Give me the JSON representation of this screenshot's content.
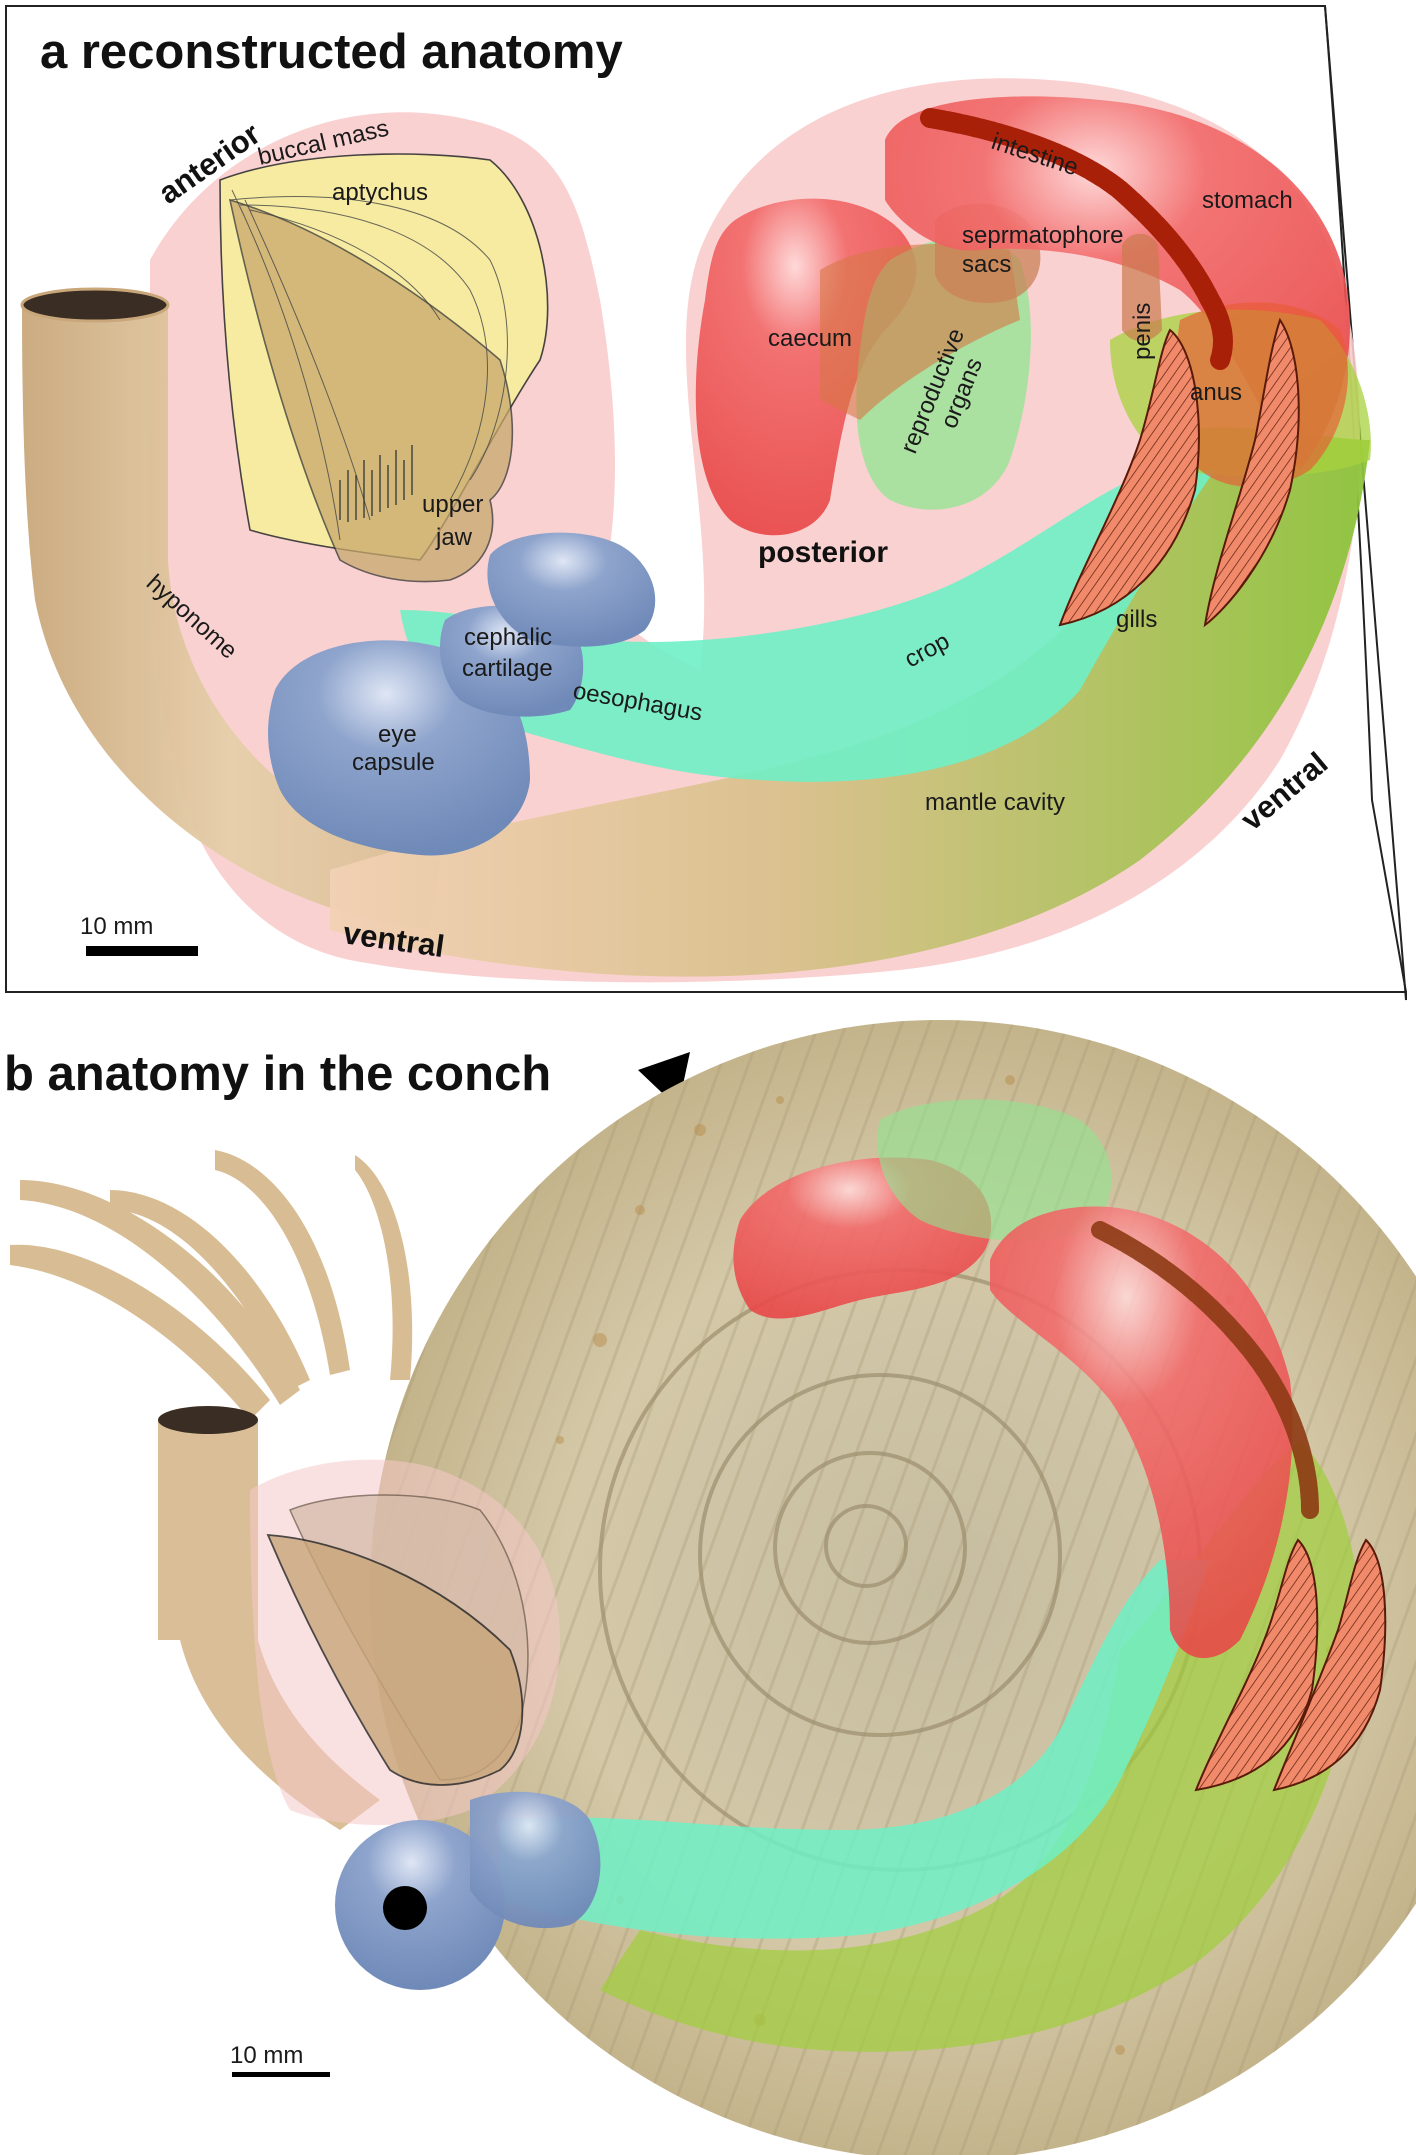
{
  "panel_a": {
    "title": "a  reconstructed anatomy",
    "labels": {
      "anterior": "anterior",
      "buccal_mass": "buccal mass",
      "aptychus": "aptychus",
      "upper_jaw_1": "upper",
      "upper_jaw_2": "jaw",
      "hyponome": "hyponome",
      "cephalic_1": "cephalic",
      "cephalic_2": "cartilage",
      "eye_1": "eye",
      "eye_2": "capsule",
      "oesophagus": "oesophagus",
      "crop": "crop",
      "mantle_cavity": "mantle cavity",
      "caecum": "caecum",
      "reproductive_1": "reproductive",
      "reproductive_2": "organs",
      "intestine": "intestine",
      "stomach": "stomach",
      "spermatophore_1": "seprmatophore",
      "spermatophore_2": "sacs",
      "penis": "penis",
      "anus": "anus",
      "gills": "gills",
      "posterior": "posterior",
      "ventral_bottom": "ventral",
      "ventral_right": "ventral"
    },
    "scale_bar": "10 mm"
  },
  "panel_b": {
    "title": "b  anatomy in the conch",
    "scale_bar": "10 mm"
  },
  "colors": {
    "mantle": "#f9c7c4",
    "body_tube": "#dcbf98",
    "jaw_yellow": "#f5ec9a",
    "jaw_brown": "#c4a97a",
    "eye_blue": "#7a93c0",
    "gut_cyan": "#64ecc2",
    "green": "#9acd32",
    "red": "#ee4b4b",
    "intestine": "#a31f08",
    "fossil": "#cfc29e"
  }
}
